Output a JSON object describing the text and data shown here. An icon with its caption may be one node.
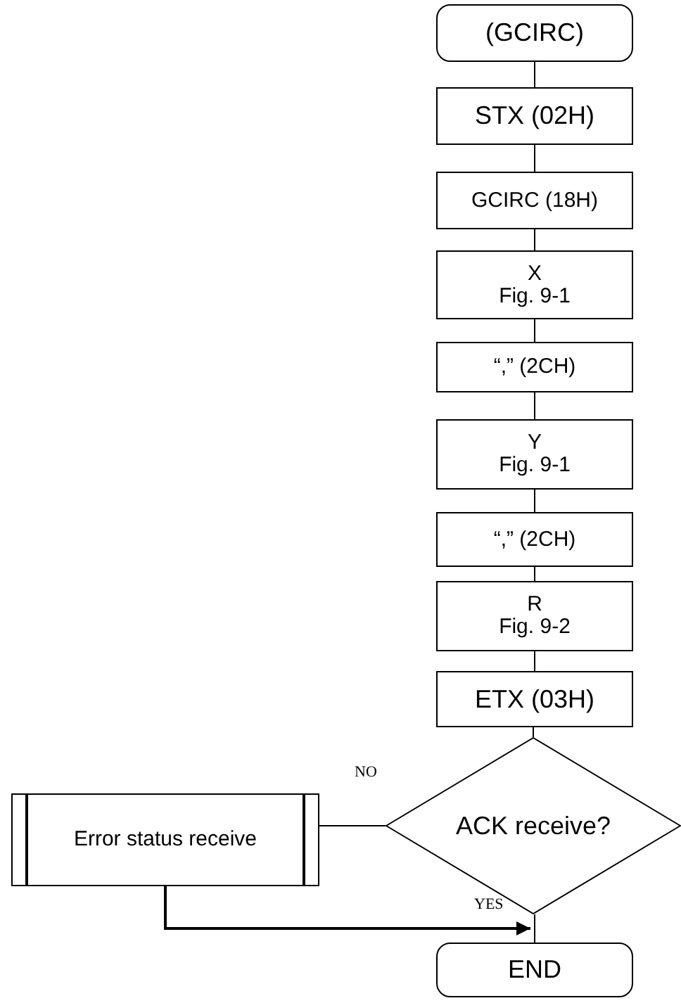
{
  "diagram": {
    "nodes": [
      {
        "text": [
          "(GCIRC)"
        ]
      },
      {
        "text": [
          "STX (02H)"
        ]
      },
      {
        "text": [
          "GCIRC (18H)"
        ]
      },
      {
        "text": [
          "X",
          "Fig. 9-1"
        ]
      },
      {
        "text": [
          "“,” (2CH)"
        ]
      },
      {
        "text": [
          "Y",
          "Fig. 9-1"
        ]
      },
      {
        "text": [
          "“,” (2CH)"
        ]
      },
      {
        "text": [
          "R",
          "Fig. 9-2"
        ]
      },
      {
        "text": [
          "ETX (03H)"
        ]
      },
      {
        "text": [
          "ACK receive?"
        ]
      },
      {
        "text": [
          "Error status receive"
        ]
      },
      {
        "text": [
          "END"
        ]
      }
    ],
    "edges": [
      {
        "from": 0,
        "to": 1,
        "arrow": "none"
      },
      {
        "from": 1,
        "to": 2,
        "arrow": "none"
      },
      {
        "from": 2,
        "to": 3,
        "arrow": "none"
      },
      {
        "from": 3,
        "to": 4,
        "arrow": "none"
      },
      {
        "from": 4,
        "to": 5,
        "arrow": "none"
      },
      {
        "from": 5,
        "to": 6,
        "arrow": "none"
      },
      {
        "from": 6,
        "to": 7,
        "arrow": "none"
      },
      {
        "from": 7,
        "to": 8,
        "arrow": "none"
      },
      {
        "from": 8,
        "to": 9,
        "arrow": "none"
      },
      {
        "from": 9,
        "to": 10,
        "arrow": "none",
        "label": "NO"
      },
      {
        "from": 9,
        "to": 11,
        "arrow": "none",
        "label": "YES"
      },
      {
        "from": 10,
        "to": 11,
        "arrow": "to"
      }
    ]
  }
}
